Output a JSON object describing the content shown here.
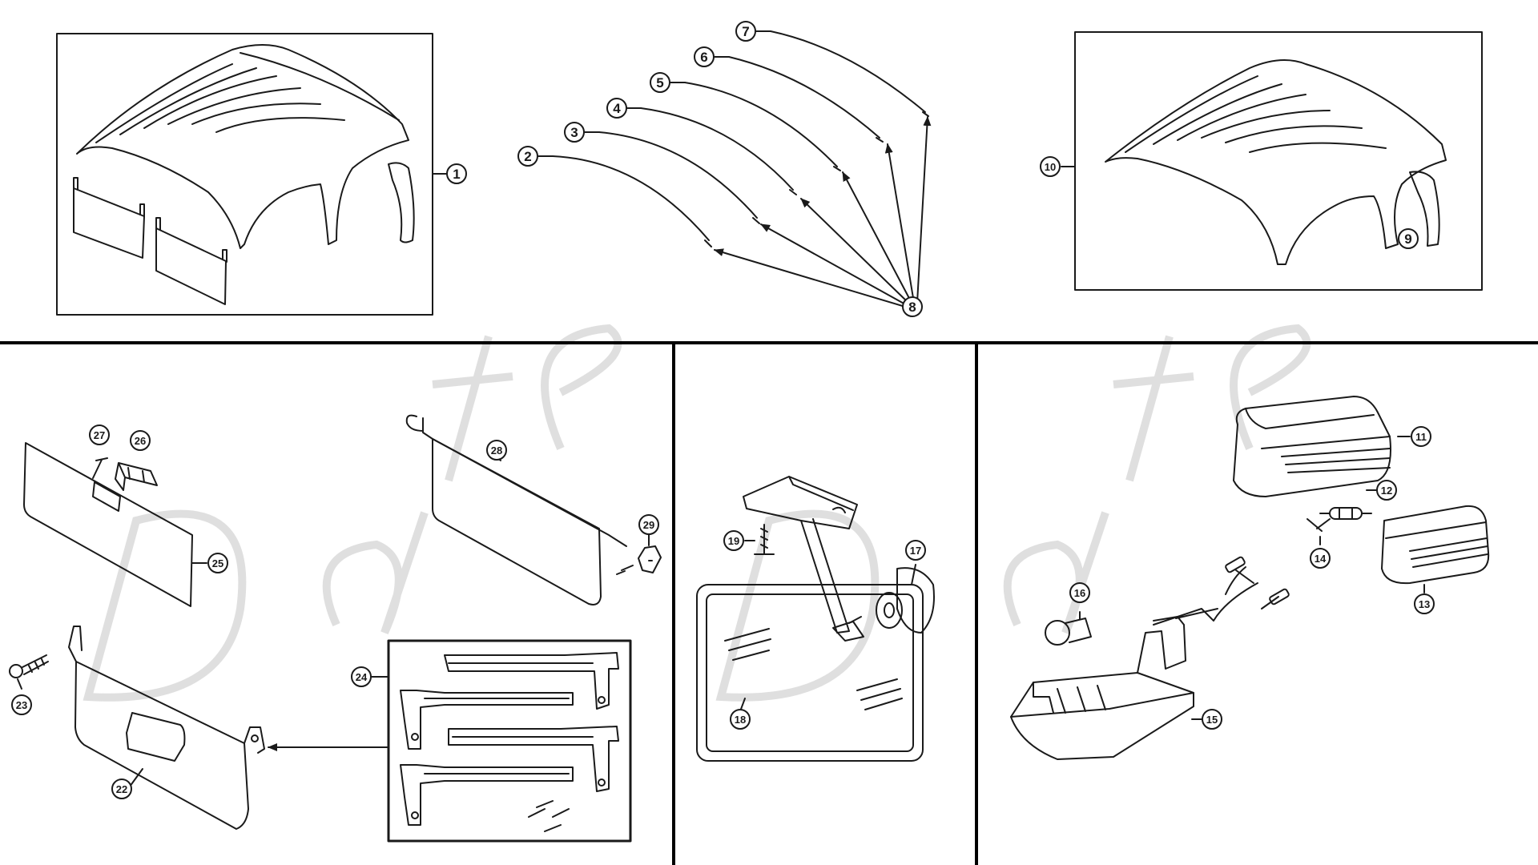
{
  "callouts": [
    {
      "id": "c1",
      "text": "1"
    },
    {
      "id": "c2",
      "text": "2"
    },
    {
      "id": "c3",
      "text": "3"
    },
    {
      "id": "c4",
      "text": "4"
    },
    {
      "id": "c5",
      "text": "5"
    },
    {
      "id": "c6",
      "text": "6"
    },
    {
      "id": "c7",
      "text": "7"
    },
    {
      "id": "c8",
      "text": "8"
    },
    {
      "id": "c9",
      "text": "9"
    },
    {
      "id": "c10",
      "text": "10"
    },
    {
      "id": "c11",
      "text": "11"
    },
    {
      "id": "c12",
      "text": "12"
    },
    {
      "id": "c13",
      "text": "13"
    },
    {
      "id": "c14",
      "text": "14"
    },
    {
      "id": "c15",
      "text": "15"
    },
    {
      "id": "c16",
      "text": "16"
    },
    {
      "id": "c17",
      "text": "17"
    },
    {
      "id": "c18",
      "text": "18"
    },
    {
      "id": "c19",
      "text": "19"
    },
    {
      "id": "c22",
      "text": "22"
    },
    {
      "id": "c23",
      "text": "23"
    },
    {
      "id": "c24",
      "text": "24"
    },
    {
      "id": "c25",
      "text": "25"
    },
    {
      "id": "c26",
      "text": "26"
    },
    {
      "id": "c27",
      "text": "27"
    },
    {
      "id": "c28",
      "text": "28"
    },
    {
      "id": "c29",
      "text": "29"
    }
  ],
  "watermark": {
    "text": "Daten.fr"
  },
  "colors": {
    "line": "#1a1a1a",
    "watermark": "#d8d8d8",
    "background": "#ffffff"
  }
}
